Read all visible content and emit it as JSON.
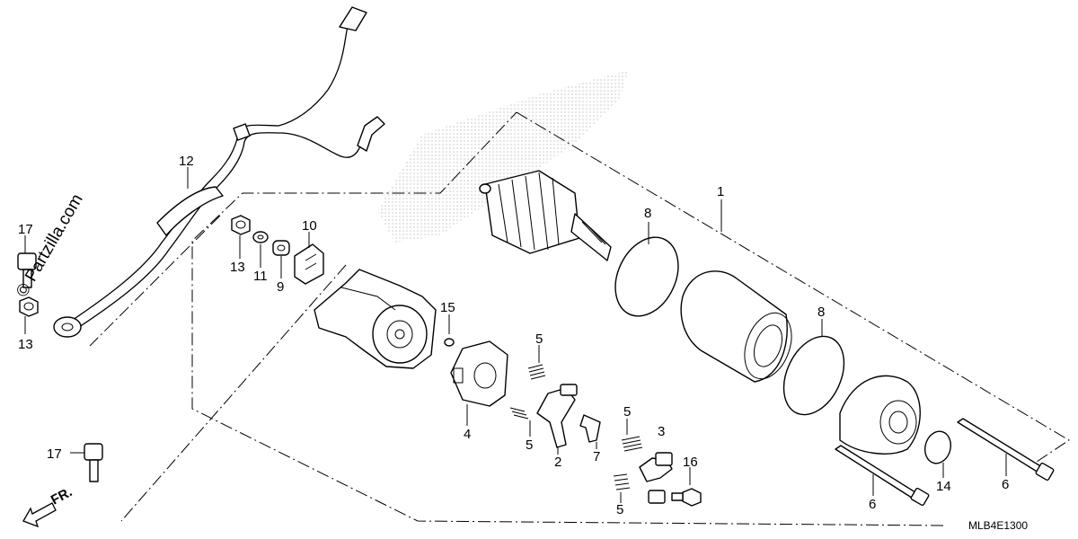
{
  "callouts": {
    "c1": "1",
    "c2": "2",
    "c3": "3",
    "c4": "4",
    "c5a": "5",
    "c5b": "5",
    "c5c": "5",
    "c5d": "5",
    "c6a": "6",
    "c6b": "6",
    "c7": "7",
    "c8a": "8",
    "c8b": "8",
    "c9": "9",
    "c10": "10",
    "c11": "11",
    "c12": "12",
    "c13a": "13",
    "c13b": "13",
    "c14": "14",
    "c15": "15",
    "c16": "16",
    "c17a": "17",
    "c17b": "17"
  },
  "watermark": "Partzilla.com",
  "copyright_symbol": "©",
  "front_marker": "FR.",
  "diagram_code": "MLB4E1300"
}
